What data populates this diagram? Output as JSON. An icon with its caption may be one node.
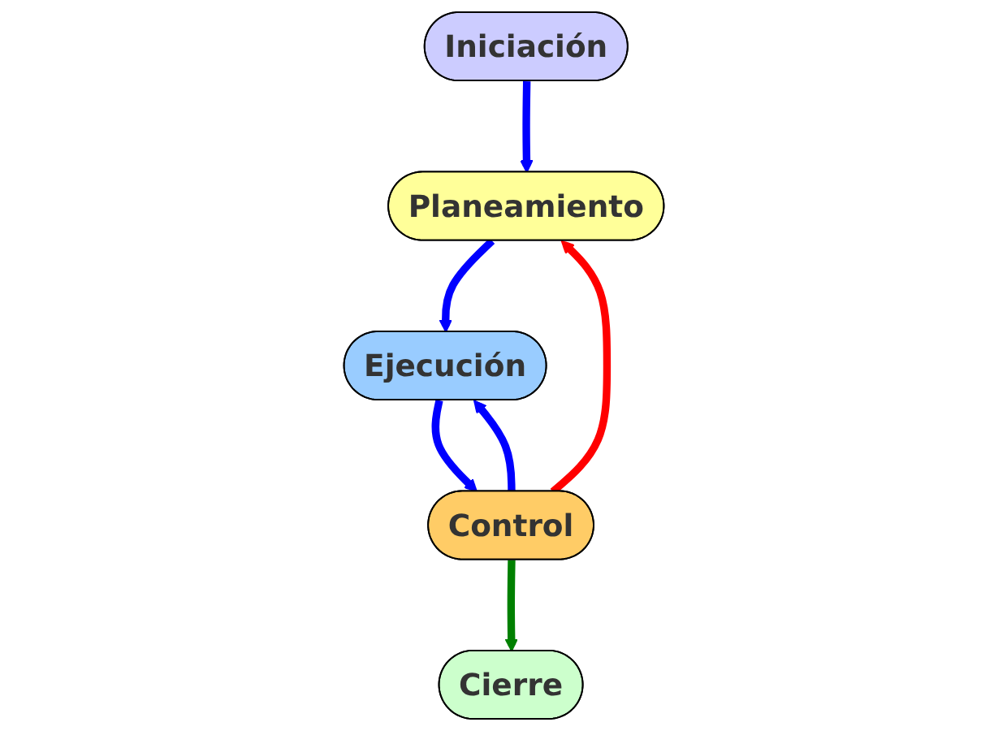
{
  "diagram": {
    "nodes": [
      {
        "text": [
          "Iniciación"
        ]
      },
      {
        "text": [
          "Planeamiento"
        ]
      },
      {
        "text": [
          "Control"
        ]
      },
      {
        "text": [
          "Ejecución"
        ]
      },
      {
        "text": [
          "Cierre"
        ]
      }
    ],
    "edges": [
      {
        "from": 0,
        "to": 1,
        "arrow": "to"
      },
      {
        "from": 2,
        "to": 1,
        "arrow": "to",
        "color": "#ff0000"
      },
      {
        "from": 1,
        "to": 3,
        "arrow": "to"
      },
      {
        "from": 3,
        "to": 2,
        "arrow": "to"
      },
      {
        "from": 2,
        "to": 3,
        "arrow": "to"
      },
      {
        "from": 2,
        "to": 4,
        "arrow": "to",
        "color": "#008000"
      }
    ]
  }
}
